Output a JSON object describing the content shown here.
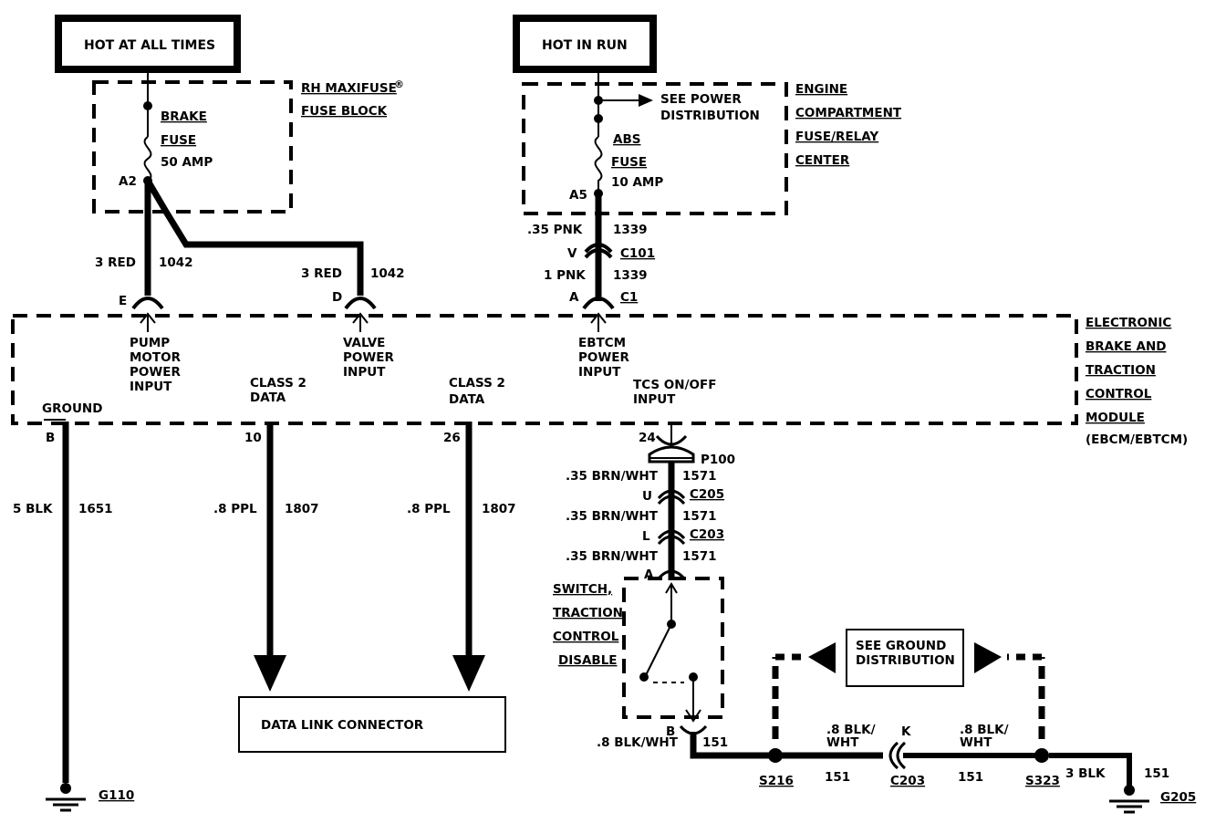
{
  "power_boxes": {
    "hot_at_all_times": "HOT AT ALL TIMES",
    "hot_in_run": "HOT IN RUN"
  },
  "rh_fuse_block": {
    "name_line1": "RH MAXIFUSE",
    "registered_mark": "®",
    "name_line2": "FUSE BLOCK",
    "fuse_line1": "BRAKE",
    "fuse_line2": "FUSE",
    "fuse_rating": "50 AMP",
    "terminal": "A2"
  },
  "engine_fuse_center": {
    "name_lines": [
      "ENGINE",
      "COMPARTMENT",
      "FUSE/RELAY",
      "CENTER"
    ],
    "power_ref_line1": "SEE POWER",
    "power_ref_line2": "DISTRIBUTION",
    "fuse_line1": "ABS",
    "fuse_line2": "FUSE",
    "fuse_rating": "10 AMP",
    "terminal": "A5"
  },
  "wires": {
    "w1042_left_gauge": "3 RED",
    "w1042_left_circuit": "1042",
    "w1042_right_gauge": "3 RED",
    "w1042_right_circuit": "1042",
    "w1339_upper_gauge": ".35 PNK",
    "w1339_upper_circuit": "1339",
    "c101_pin": "V",
    "c101_name": "C101",
    "w1339_lower_gauge": "1 PNK",
    "w1339_lower_circuit": "1339",
    "c1_pin": "A",
    "c1_name": "C1",
    "w1651_gauge": "5 BLK",
    "w1651_circuit": "1651",
    "w1807_left_gauge": ".8 PPL",
    "w1807_left_circuit": "1807",
    "w1807_right_gauge": ".8 PPL",
    "w1807_right_circuit": "1807",
    "w1571_a_gauge": ".35 BRN/WHT",
    "w1571_a_circuit": "1571",
    "p100_name": "P100",
    "c205_pin": "U",
    "c205_name": "C205",
    "w1571_b_gauge": ".35 BRN/WHT",
    "w1571_b_circuit": "1571",
    "c203_pin": "L",
    "c203_name": "C203",
    "w1571_c_gauge": ".35 BRN/WHT",
    "w1571_c_circuit": "1571",
    "switch_pin_top": "A",
    "switch_pin_bottom": "B",
    "w151_switch_gauge": ".8 BLK/WHT",
    "w151_switch_circuit": "151",
    "w151_mid_gauge_line1": ".8 BLK/",
    "w151_mid_gauge_line2": "WHT",
    "w151_mid_circuit": "151",
    "c203_k_pin": "K",
    "c203_k_name": "C203",
    "w151_right_gauge_line1": ".8 BLK/",
    "w151_right_gauge_line2": "WHT",
    "w151_right_circuit": "151",
    "w151_end_gauge": "3 BLK",
    "w151_end_circuit": "151"
  },
  "module": {
    "name_lines": [
      "ELECTRONIC",
      "BRAKE AND",
      "TRACTION",
      "CONTROL",
      "MODULE",
      "(EBCM/EBTCM)"
    ],
    "pin_e": "E",
    "pin_d": "D",
    "pin_b": "B",
    "pin_10": "10",
    "pin_26": "26",
    "pin_24": "24",
    "pump_input": [
      "PUMP",
      "MOTOR",
      "POWER",
      "INPUT"
    ],
    "valve_input": [
      "VALVE",
      "POWER",
      "INPUT"
    ],
    "ebtcm_input": [
      "EBTCM",
      "POWER",
      "INPUT"
    ],
    "class2_left": [
      "CLASS 2",
      "DATA"
    ],
    "class2_right": [
      "CLASS 2",
      "DATA"
    ],
    "tcs_input": [
      "TCS ON/OFF",
      "INPUT"
    ],
    "ground_label": "GROUND"
  },
  "switch": {
    "name_lines": [
      "SWITCH,",
      "TRACTION",
      "CONTROL",
      "DISABLE"
    ]
  },
  "data_link_connector": "DATA LINK CONNECTOR",
  "ground_distribution": {
    "line1": "SEE GROUND",
    "line2": "DISTRIBUTION"
  },
  "splices": {
    "s216": "S216",
    "s323": "S323"
  },
  "grounds": {
    "g110": "G110",
    "g205": "G205"
  }
}
